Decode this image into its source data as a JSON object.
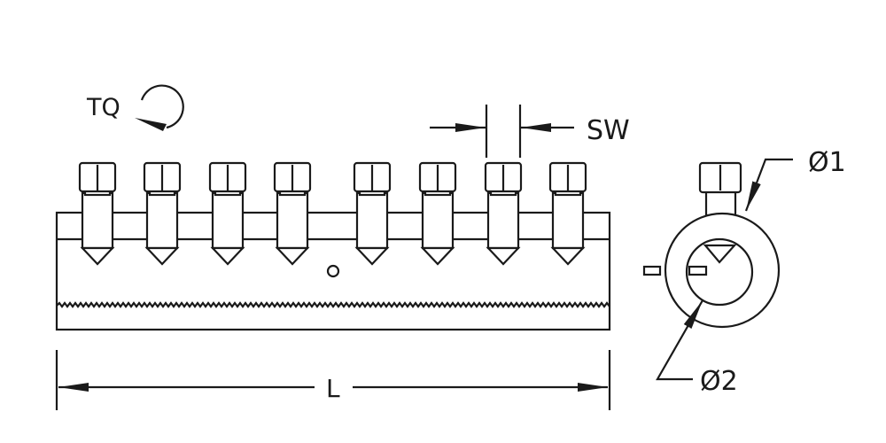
{
  "labels": {
    "torque": "TQ",
    "shear_width": "SW",
    "length": "L",
    "diameter_1": "Ø1",
    "diameter_2": "Ø2"
  },
  "bolt_count": 8,
  "colors": {
    "line": "#1a1a1a",
    "background": "#ffffff"
  }
}
